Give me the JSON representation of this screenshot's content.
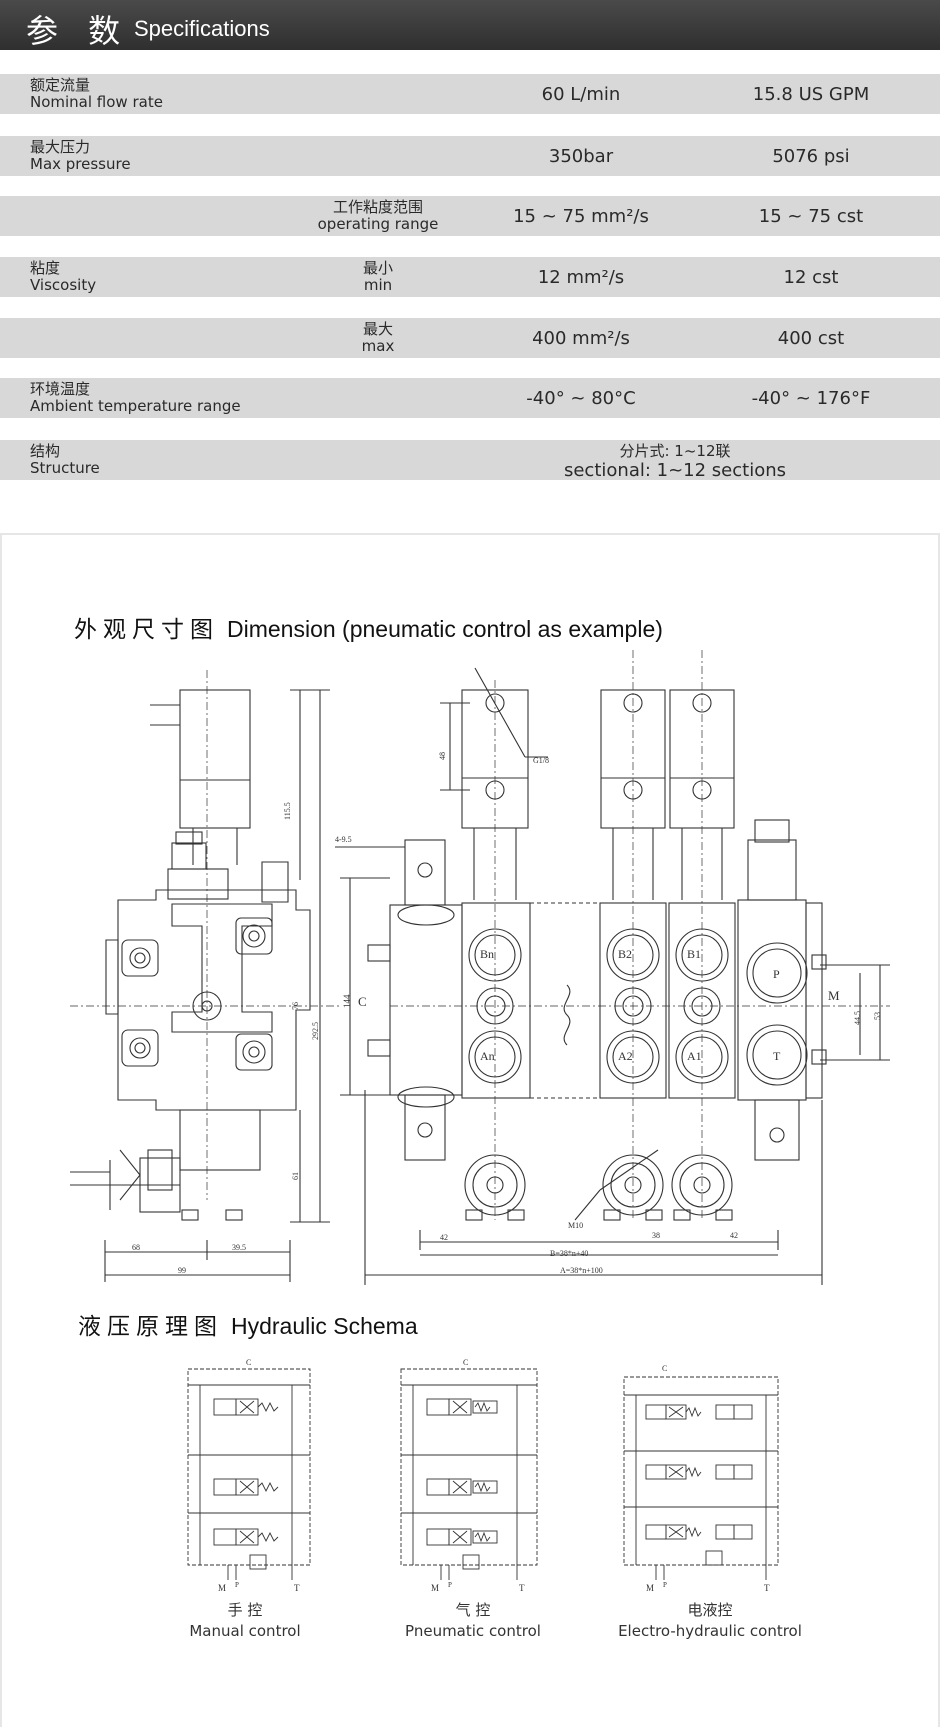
{
  "header": {
    "title_cn": "参 数",
    "title_en": "Specifications"
  },
  "specs": [
    {
      "label_cn": "额定流量",
      "label_en": "Nominal flow rate",
      "sub_cn": "",
      "sub_en": "",
      "metric": "60 L/min",
      "imperial": "15.8 US GPM"
    },
    {
      "label_cn": "最大压力",
      "label_en": "Max pressure",
      "sub_cn": "",
      "sub_en": "",
      "metric": "350bar",
      "imperial": "5076 psi"
    },
    {
      "label_cn": "",
      "label_en": "",
      "sub_cn": "工作粘度范围",
      "sub_en": "operating range",
      "metric": "15 ~ 75 mm²/s",
      "imperial": "15 ~ 75 cst"
    },
    {
      "label_cn": "粘度",
      "label_en": "Viscosity",
      "sub_cn": "最小",
      "sub_en": "min",
      "metric": "12 mm²/s",
      "imperial": "12 cst"
    },
    {
      "label_cn": "",
      "label_en": "",
      "sub_cn": "最大",
      "sub_en": "max",
      "metric": "400 mm²/s",
      "imperial": "400 cst"
    },
    {
      "label_cn": "环境温度",
      "label_en": "Ambient temperature range",
      "sub_cn": "",
      "sub_en": "",
      "metric": "-40° ~ 80°C",
      "imperial": "-40° ~ 176°F"
    }
  ],
  "structure": {
    "label_cn": "结构",
    "label_en": "Structure",
    "value_cn": "分片式: 1~12联",
    "value_en": "sectional: 1~12 sections"
  },
  "dimension": {
    "title_cn": "外观尺寸图",
    "title_en": "Dimension (pneumatic control as example)",
    "dims": {
      "d115": "115.5",
      "d292": "292.5",
      "d76": "76",
      "d61": "61",
      "d68": "68",
      "d395": "39.5",
      "d99": "99",
      "d48": "48",
      "dG18": "G1/8",
      "d495": "4-9.5",
      "d144": "144",
      "d445": "44.5",
      "d53": "53",
      "d42a": "42",
      "d38": "38",
      "d42b": "42",
      "dM10": "M10",
      "dB": "B=38*n+40",
      "dA": "A=38*n+100"
    },
    "ports": {
      "C": "C",
      "M": "M",
      "Bn": "Bn",
      "An": "An",
      "B2": "B2",
      "A2": "A2",
      "B1": "B1",
      "A1": "A1",
      "P": "P",
      "T": "T"
    }
  },
  "schema": {
    "title_cn": "液压原理图",
    "title_en": "Hydraulic Schema",
    "items": [
      {
        "name_cn": "手 控",
        "name_en": "Manual control"
      },
      {
        "name_cn": "气 控",
        "name_en": "Pneumatic control"
      },
      {
        "name_cn": "电液控",
        "name_en": "Electro-hydraulic control"
      }
    ],
    "port_labels": {
      "C": "C",
      "M": "M",
      "P": "P",
      "T": "T"
    }
  }
}
